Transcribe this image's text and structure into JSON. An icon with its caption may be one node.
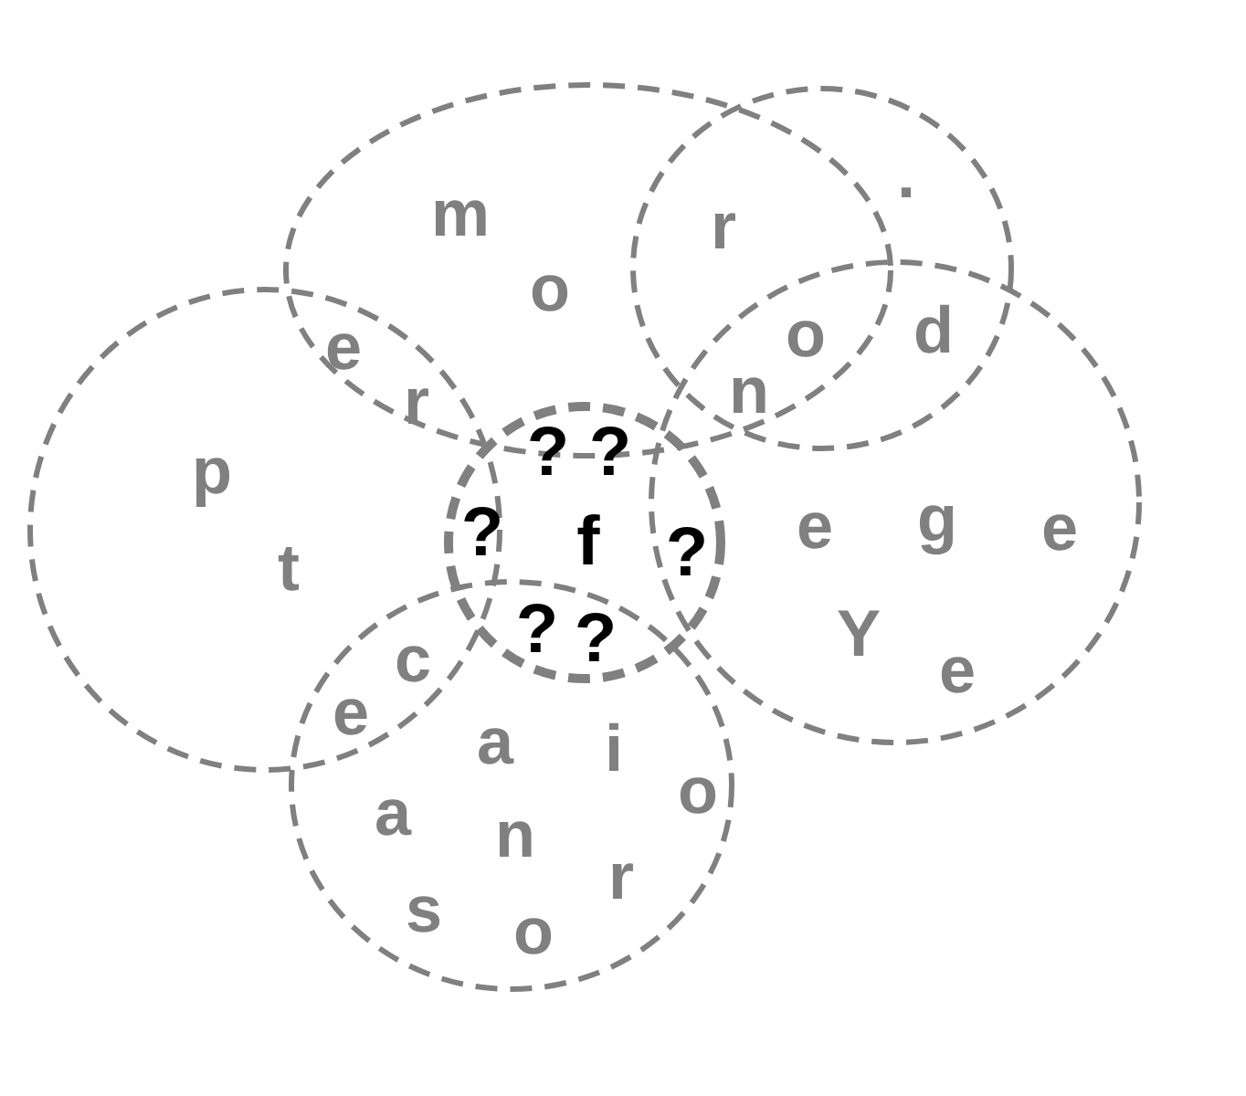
{
  "diagram": {
    "nodes": [
      {
        "text": [],
        "shape": "ellipse"
      },
      {
        "text": [],
        "shape": "ellipse"
      },
      {
        "text": [],
        "shape": "ellipse"
      },
      {
        "text": [],
        "shape": "ellipse"
      },
      {
        "text": [],
        "shape": "ellipse"
      },
      {
        "text": [],
        "shape": "ellipse"
      }
    ],
    "edges": [],
    "labels": [
      "m",
      "r",
      ".",
      "o",
      "e",
      "o",
      "d",
      "r",
      "n",
      "?",
      "?",
      "p",
      "?",
      "f",
      "?",
      "e",
      "g",
      "e",
      "t",
      "?",
      "?",
      "Y",
      "c",
      "e",
      "e",
      "a",
      "i",
      "o",
      "a",
      "n",
      "r",
      "s",
      "o"
    ]
  }
}
